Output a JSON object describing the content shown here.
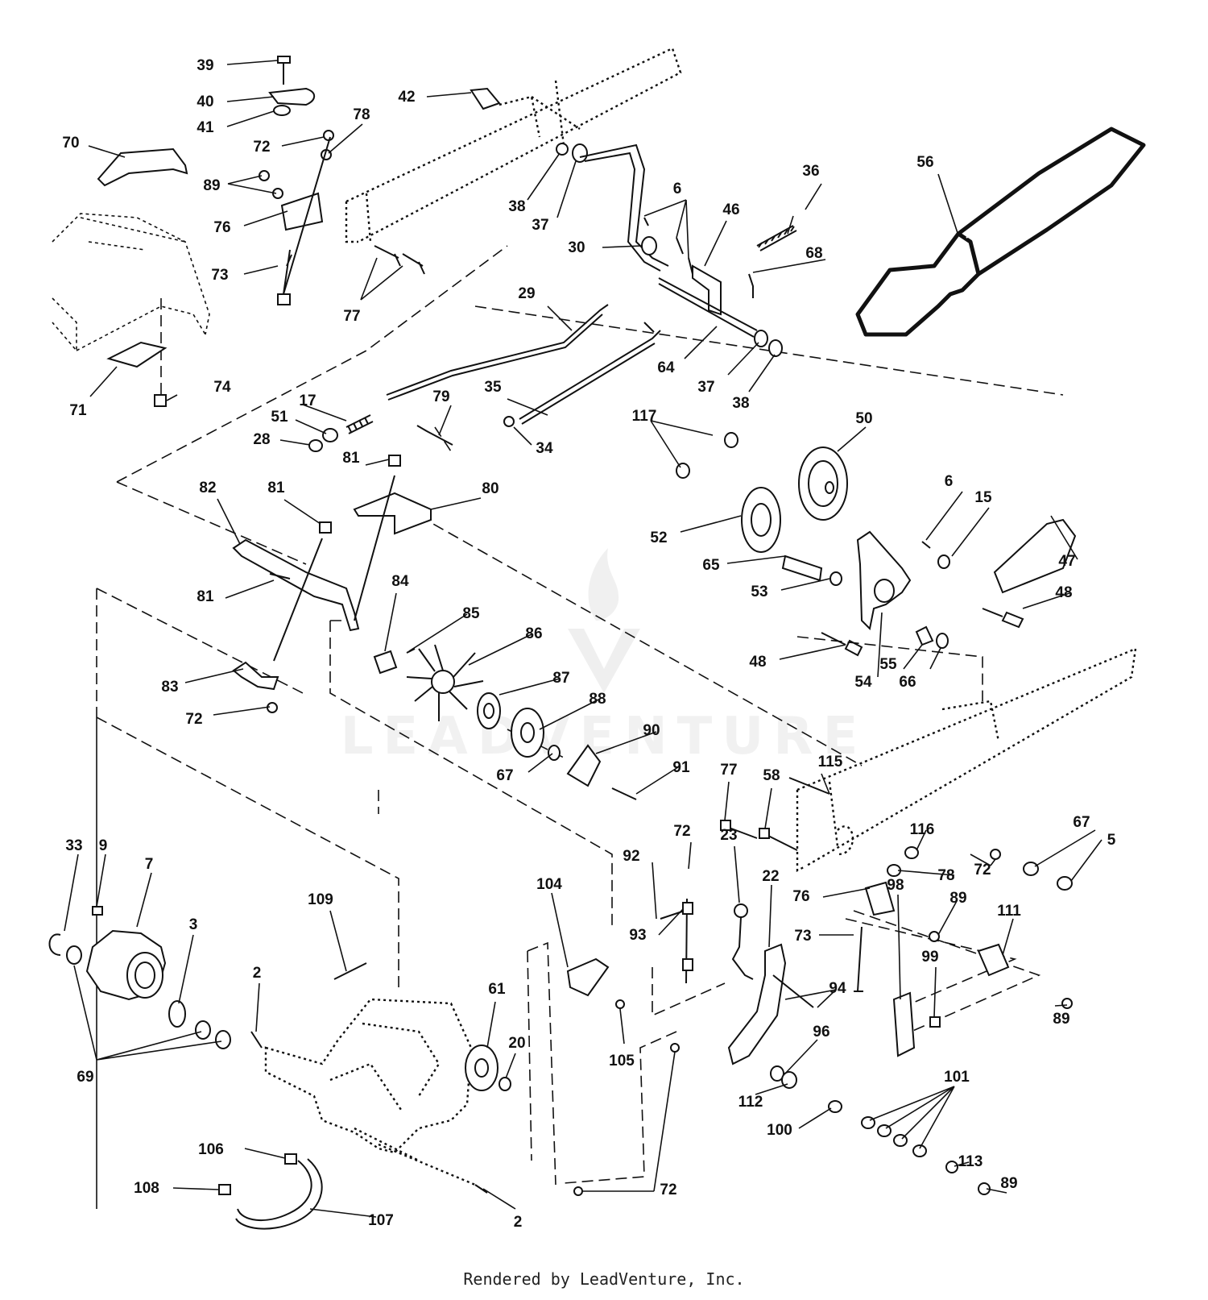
{
  "watermark": "LEADVENTURE",
  "footer": "Rendered by LeadVenture, Inc.",
  "callouts": [
    "39",
    "40",
    "41",
    "42",
    "70",
    "72",
    "78",
    "89",
    "76",
    "73",
    "77",
    "38",
    "37",
    "30",
    "6",
    "46",
    "36",
    "56",
    "68",
    "29",
    "64",
    "37",
    "38",
    "71",
    "74",
    "17",
    "51",
    "28",
    "79",
    "35",
    "34",
    "117",
    "50",
    "81",
    "82",
    "80",
    "81",
    "6",
    "15",
    "47",
    "52",
    "65",
    "53",
    "48",
    "54",
    "55",
    "66",
    "48",
    "81",
    "84",
    "85",
    "86",
    "83",
    "72",
    "87",
    "88",
    "90",
    "67",
    "91",
    "115",
    "77",
    "58",
    "67",
    "116",
    "5",
    "72",
    "78",
    "72",
    "23",
    "22",
    "76",
    "89",
    "111",
    "104",
    "92",
    "93",
    "73",
    "98",
    "99",
    "94",
    "33",
    "9",
    "7",
    "3",
    "109",
    "2",
    "61",
    "20",
    "96",
    "89",
    "69",
    "105",
    "112",
    "101",
    "100",
    "113",
    "106",
    "89",
    "108",
    "107",
    "2",
    "72"
  ]
}
